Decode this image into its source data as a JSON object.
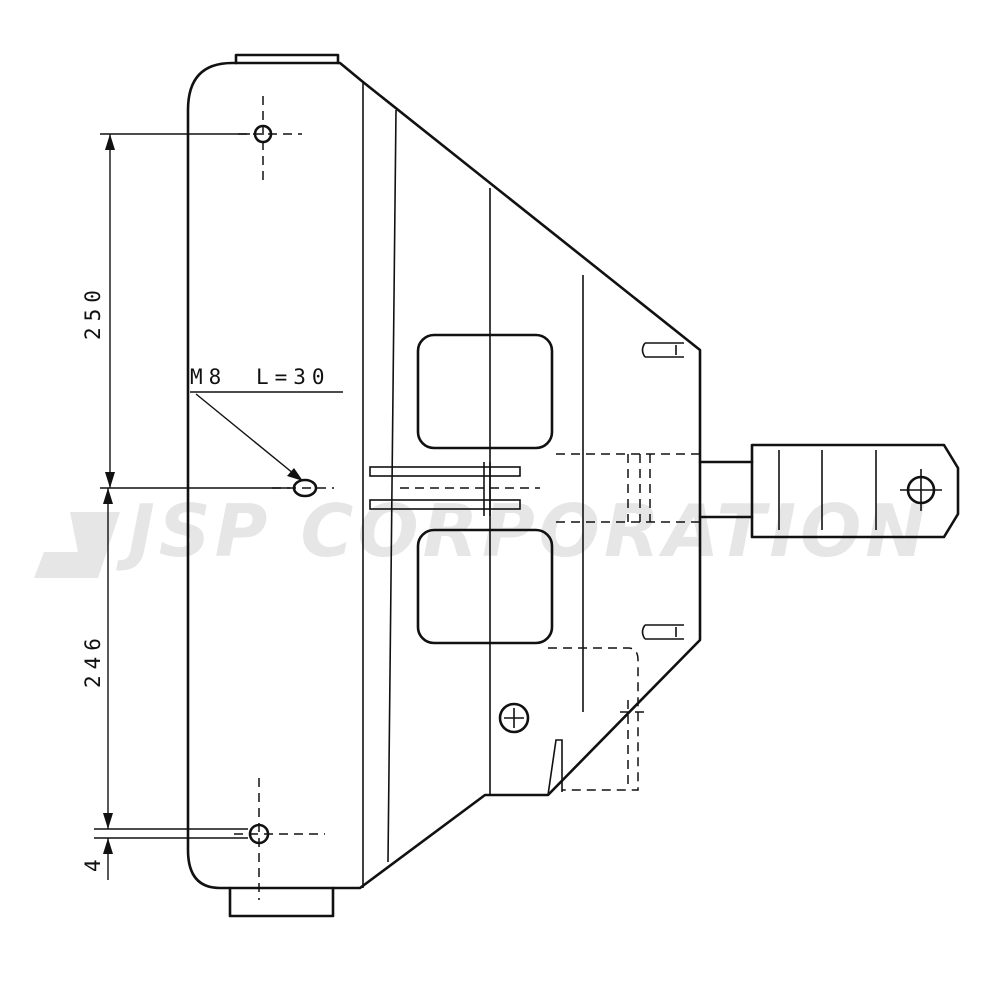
{
  "dimensions": {
    "upper": "250",
    "lower": "246",
    "bottom": "4"
  },
  "callout": {
    "bolt": "M8",
    "length": "L=30"
  },
  "watermark": {
    "text": "JSP CORPORATION",
    "color": "#d2d2d2"
  },
  "line_color": "#111111"
}
